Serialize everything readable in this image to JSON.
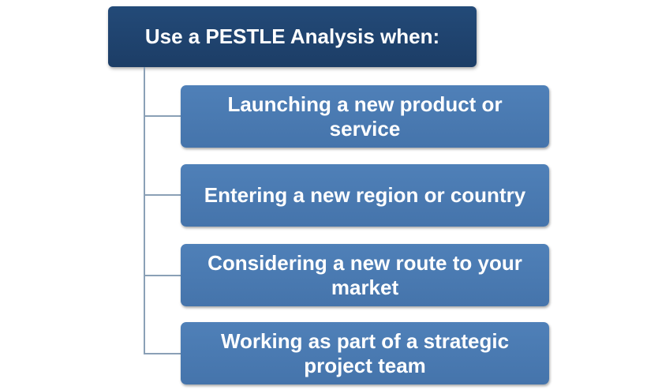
{
  "diagram": {
    "header": "Use a PESTLE Analysis when:",
    "items": [
      {
        "label": "Launching a new product or service"
      },
      {
        "label": "Entering a new region or country"
      },
      {
        "label": "Considering a new route to your market"
      },
      {
        "label": "Working as part of a strategic project team"
      }
    ]
  },
  "colors": {
    "header_fill": "#1f4370",
    "item_fill": "#4a7ab2",
    "connector": "#8aa0b6",
    "text": "#ffffff"
  }
}
